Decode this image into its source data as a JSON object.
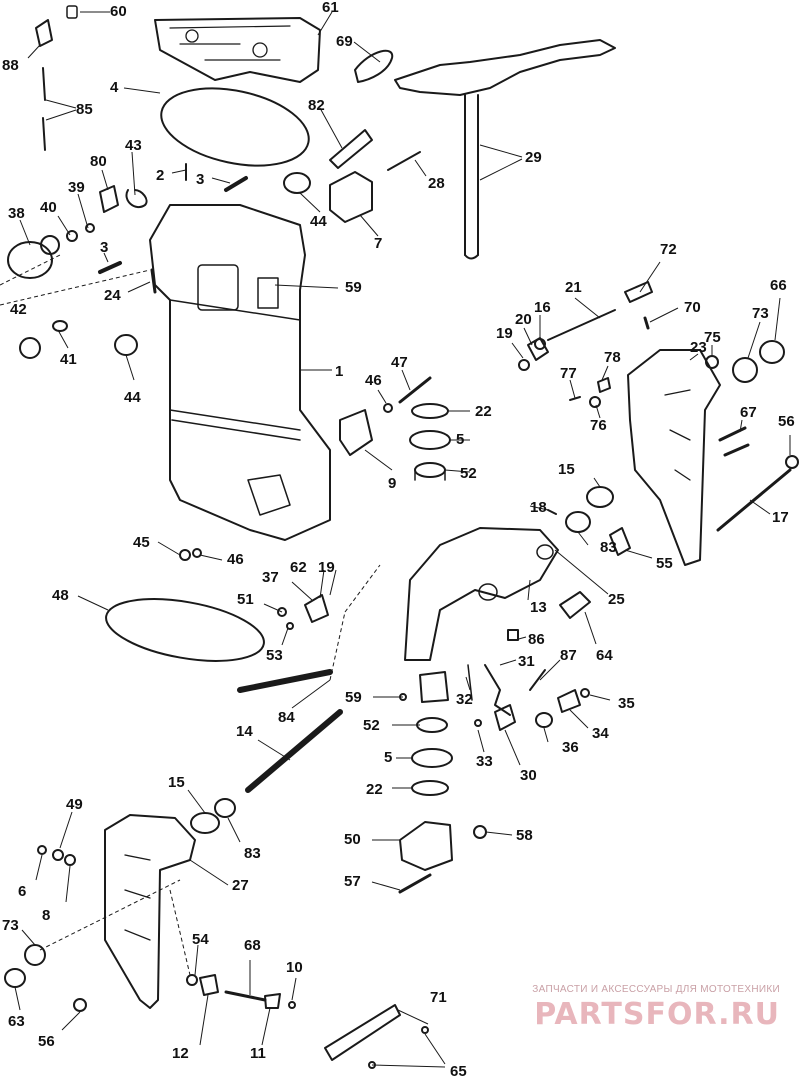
{
  "callouts": [
    "60",
    "61",
    "88",
    "69",
    "4",
    "85",
    "82",
    "29",
    "43",
    "80",
    "2",
    "3",
    "39",
    "40",
    "38",
    "44",
    "28",
    "7",
    "3",
    "24",
    "59",
    "42",
    "41",
    "44",
    "1",
    "72",
    "21",
    "70",
    "66",
    "16",
    "20",
    "19",
    "73",
    "23",
    "75",
    "78",
    "47",
    "46",
    "22",
    "77",
    "5",
    "76",
    "67",
    "56",
    "52",
    "9",
    "15",
    "18",
    "83",
    "55",
    "17",
    "45",
    "46",
    "37",
    "62",
    "19",
    "48",
    "51",
    "13",
    "25",
    "53",
    "86",
    "64",
    "31",
    "87",
    "59",
    "32",
    "35",
    "52",
    "84",
    "34",
    "14",
    "33",
    "30",
    "36",
    "5",
    "22",
    "15",
    "49",
    "83",
    "50",
    "58",
    "27",
    "6",
    "8",
    "57",
    "73",
    "54",
    "68",
    "10",
    "63",
    "71",
    "56",
    "12",
    "11",
    "65"
  ],
  "watermark": {
    "caption": "ЗАПЧАСТИ И АКСЕССУАРЫ ДЛЯ МОТОТЕХНИКИ",
    "brand": "PARTSFOR.RU"
  },
  "colors": {
    "line": "#1a1a1a",
    "watermark": "#d67b86"
  }
}
